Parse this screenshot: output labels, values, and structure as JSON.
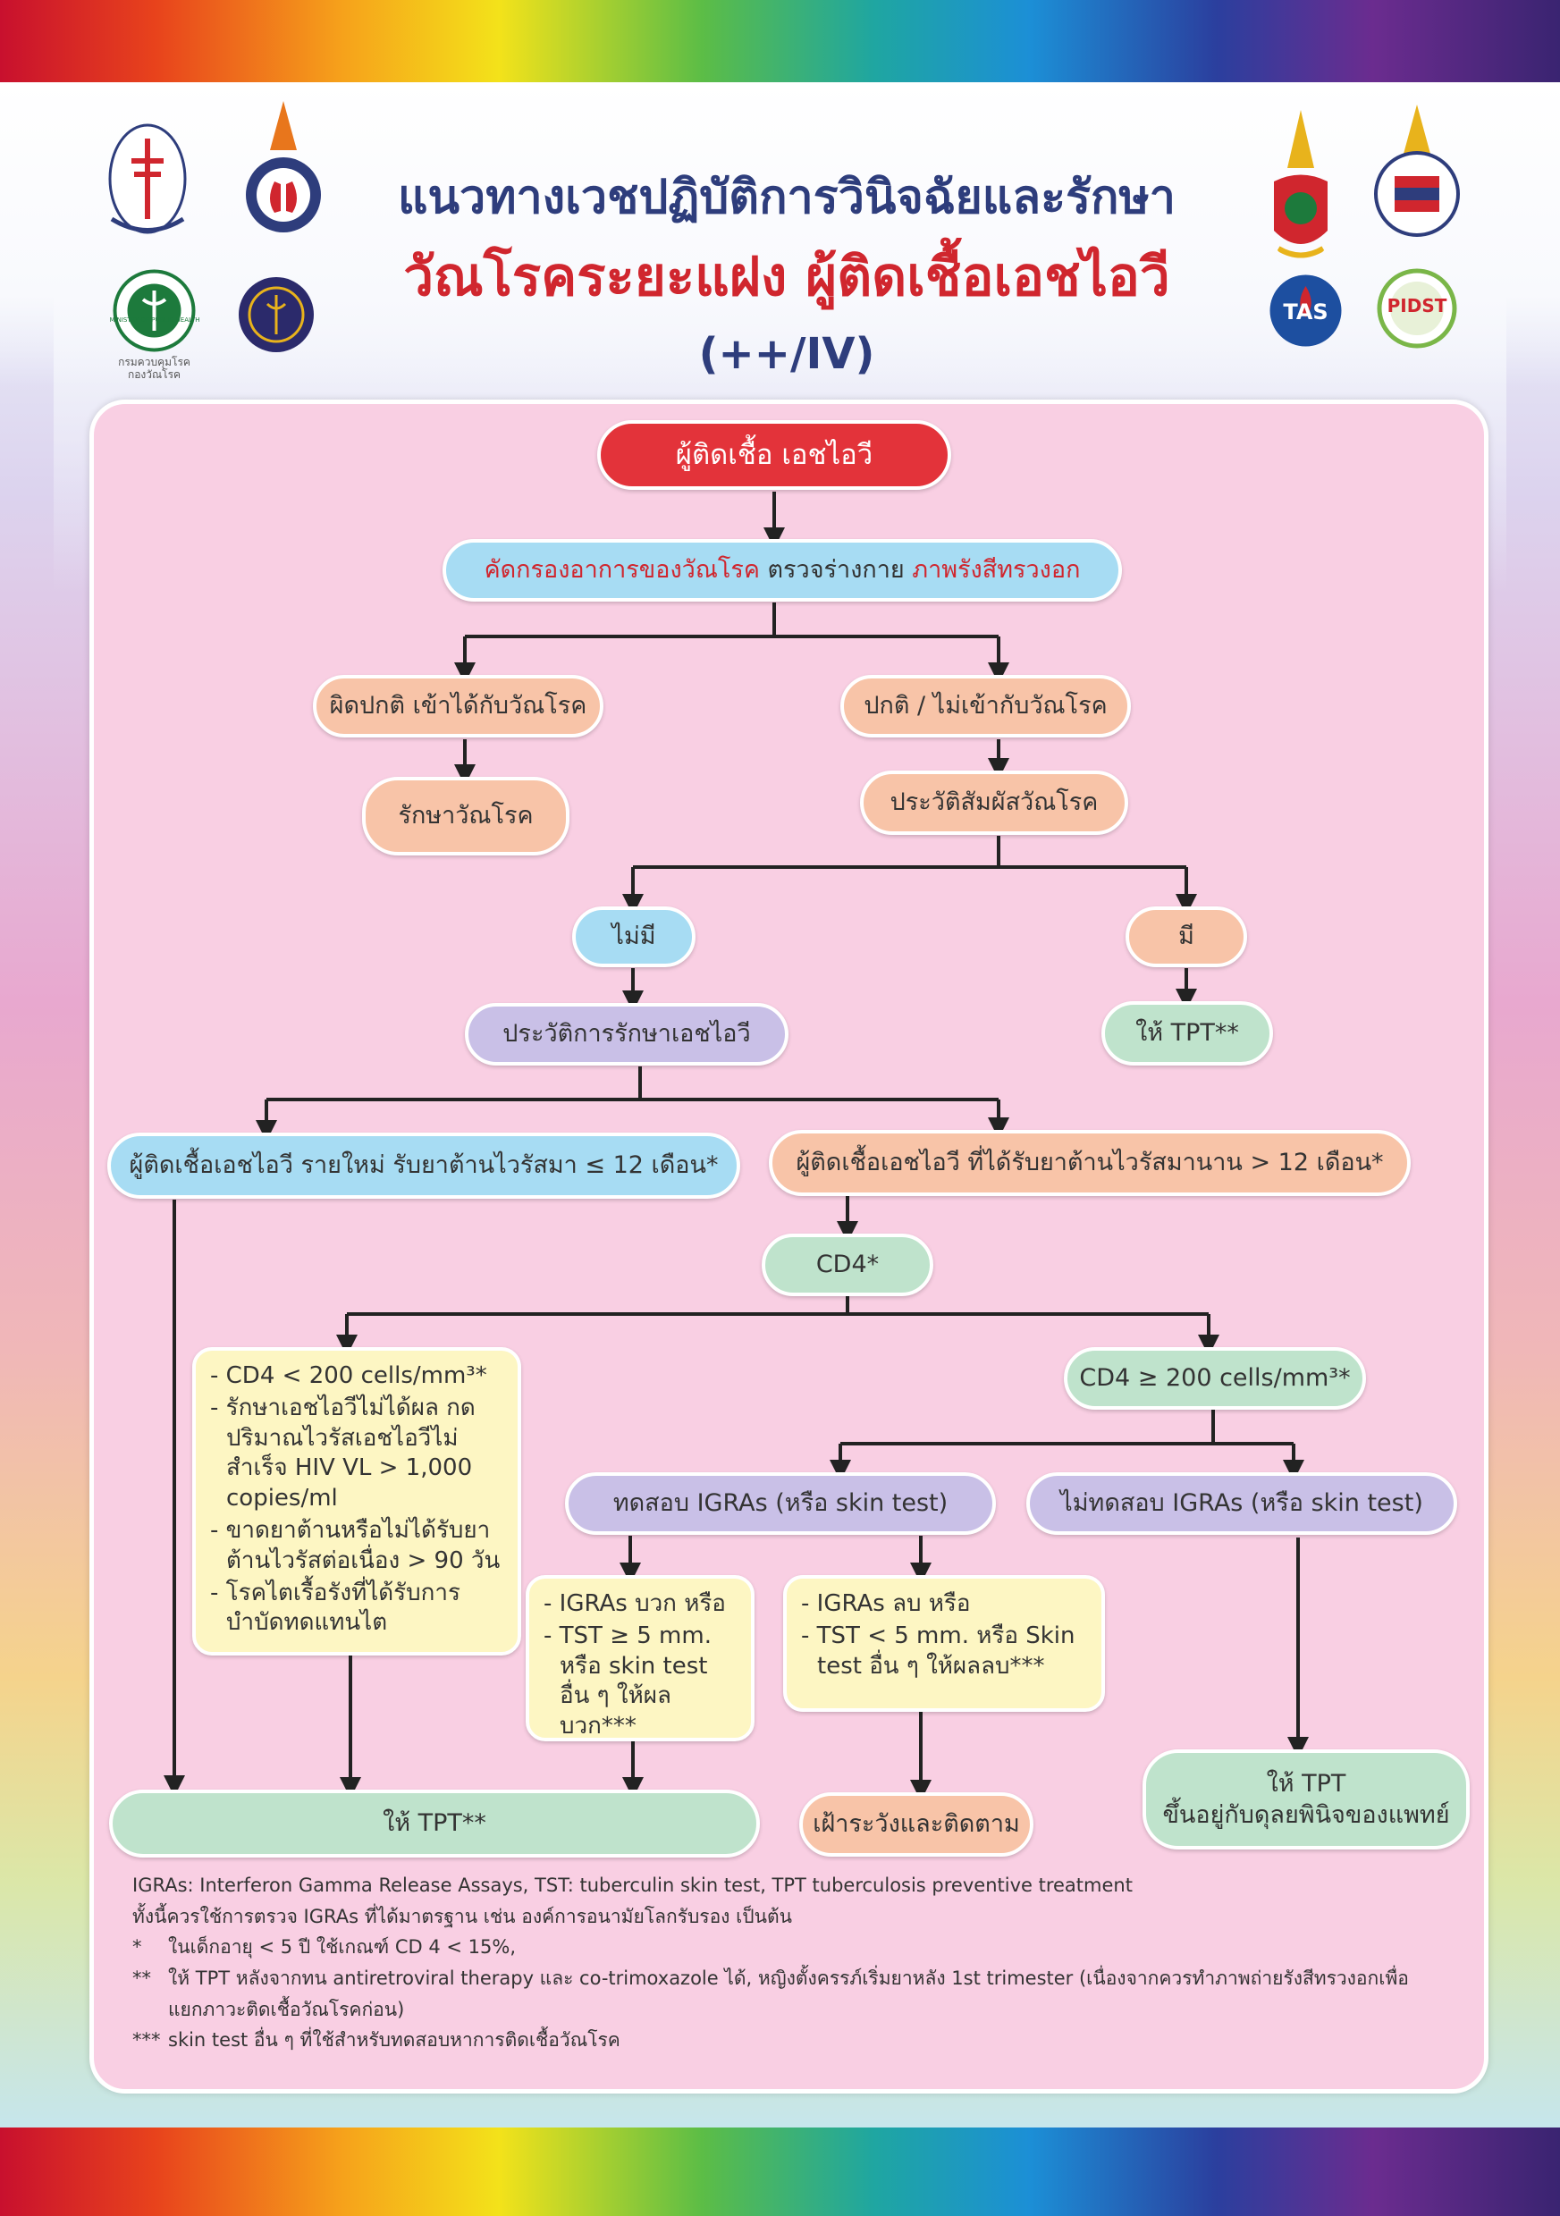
{
  "colors": {
    "title_blue": "#2e3d7c",
    "title_red": "#d0262e",
    "start_red": "#e3333a",
    "panel_pink": "#f9cfe3"
  },
  "header": {
    "title_line1": "แนวทางเวชปฏิบัติการวินิจฉัยและรักษา",
    "title_line2_main": "วัณโรคระยะแฝง ผู้ติดเชื้อเอชไอวี",
    "title_line2_sub": "(++/IV)",
    "logo_caption_moph": "MINISTRY OF PUBLIC HEALTH",
    "logo_caption_tbd_line1": "กรมควบคุมโรค",
    "logo_caption_tbd_line2": "กองวัณโรค",
    "logo_tas": "TAS",
    "logo_pidst": "PIDST"
  },
  "flow": {
    "start": "ผู้ติดเชื้อ เอชไอวี",
    "screen": {
      "part1": "คัดกรองอาการของวัณโรค",
      "part2": " ตรวจร่างกาย ",
      "part3": "ภาพรังสีทรวงอก"
    },
    "abnormal": "ผิดปกติ เข้าได้กับวัณโรค",
    "treat_tb": "รักษาวัณโรค",
    "normal": "ปกติ / ไม่เข้ากับวัณโรค",
    "contact_history": "ประวัติสัมผัสวัณโรค",
    "no": "ไม่มี",
    "yes": "มี",
    "give_tpt_contact": "ให้ TPT**",
    "hiv_treatment_history": "ประวัติการรักษาเอชไอวี",
    "new_hiv": "ผู้ติดเชื้อเอชไอวี รายใหม่ รับยาต้านไวรัสมา ≤ 12 เดือน*",
    "long_hiv": "ผู้ติดเชื้อเอชไอวี ที่ได้รับยาต้านไวรัสมานาน > 12 เดือน*",
    "cd4": "CD4*",
    "cd4_low_criteria": [
      "CD4 < 200 cells/mm³*",
      "รักษาเอชไอวีไม่ได้ผล กดปริมาณไวรัสเอชไอวีไม่สำเร็จ HIV VL > 1,000 copies/ml",
      "ขาดยาต้านหรือไม่ได้รับยาต้านไวรัสต่อเนื่อง > 90 วัน",
      "โรคไตเรื้อรังที่ได้รับการบำบัดทดแทนไต"
    ],
    "cd4_high": "CD4 ≥ 200 cells/mm³*",
    "test_igra": "ทดสอบ IGRAs (หรือ skin test)",
    "no_test_igra": "ไม่ทดสอบ IGRAs (หรือ skin test)",
    "positive_criteria": [
      "IGRAs บวก หรือ",
      "TST ≥ 5 mm. หรือ skin test อื่น ๆ ให้ผลบวก***"
    ],
    "negative_criteria": [
      "IGRAs ลบ หรือ",
      "TST < 5 mm. หรือ Skin test อื่น ๆ ให้ผลลบ***"
    ],
    "give_tpt_main": "ให้ TPT**",
    "monitor": "เฝ้าระวังและติดตาม",
    "give_tpt_doctor_line1": "ให้ TPT",
    "give_tpt_doctor_line2": "ขึ้นอยู่กับดุลยพินิจของแพทย์"
  },
  "notes": {
    "abbrev": "IGRAs: Interferon Gamma Release Assays, TST: tuberculin skin test, TPT tuberculosis preventive treatment",
    "standard": "ทั้งนี้ควรใช้การตรวจ IGRAs  ที่ได้มาตรฐาน เช่น องค์การอนามัยโลกรับรอง เป็นต้น",
    "star1_mark": "*",
    "star1": "ในเด็กอายุ < 5 ปี ใช้เกณฑ์ CD 4 < 15%,",
    "star2_mark": "**",
    "star2": "ให้ TPT หลังจากทน antiretroviral therapy และ co-trimoxazole ได้, หญิงตั้งครรภ์เริ่มยาหลัง 1st trimester (เนื่องจากควรทำภาพถ่ายรังสีทรวงอกเพื่อแยกภาวะติดเชื้อวัณโรคก่อน)",
    "star3_mark": "***",
    "star3": "skin test อื่น ๆ ที่ใช้สำหรับทดสอบหาการติดเชื้อวัณโรค"
  }
}
